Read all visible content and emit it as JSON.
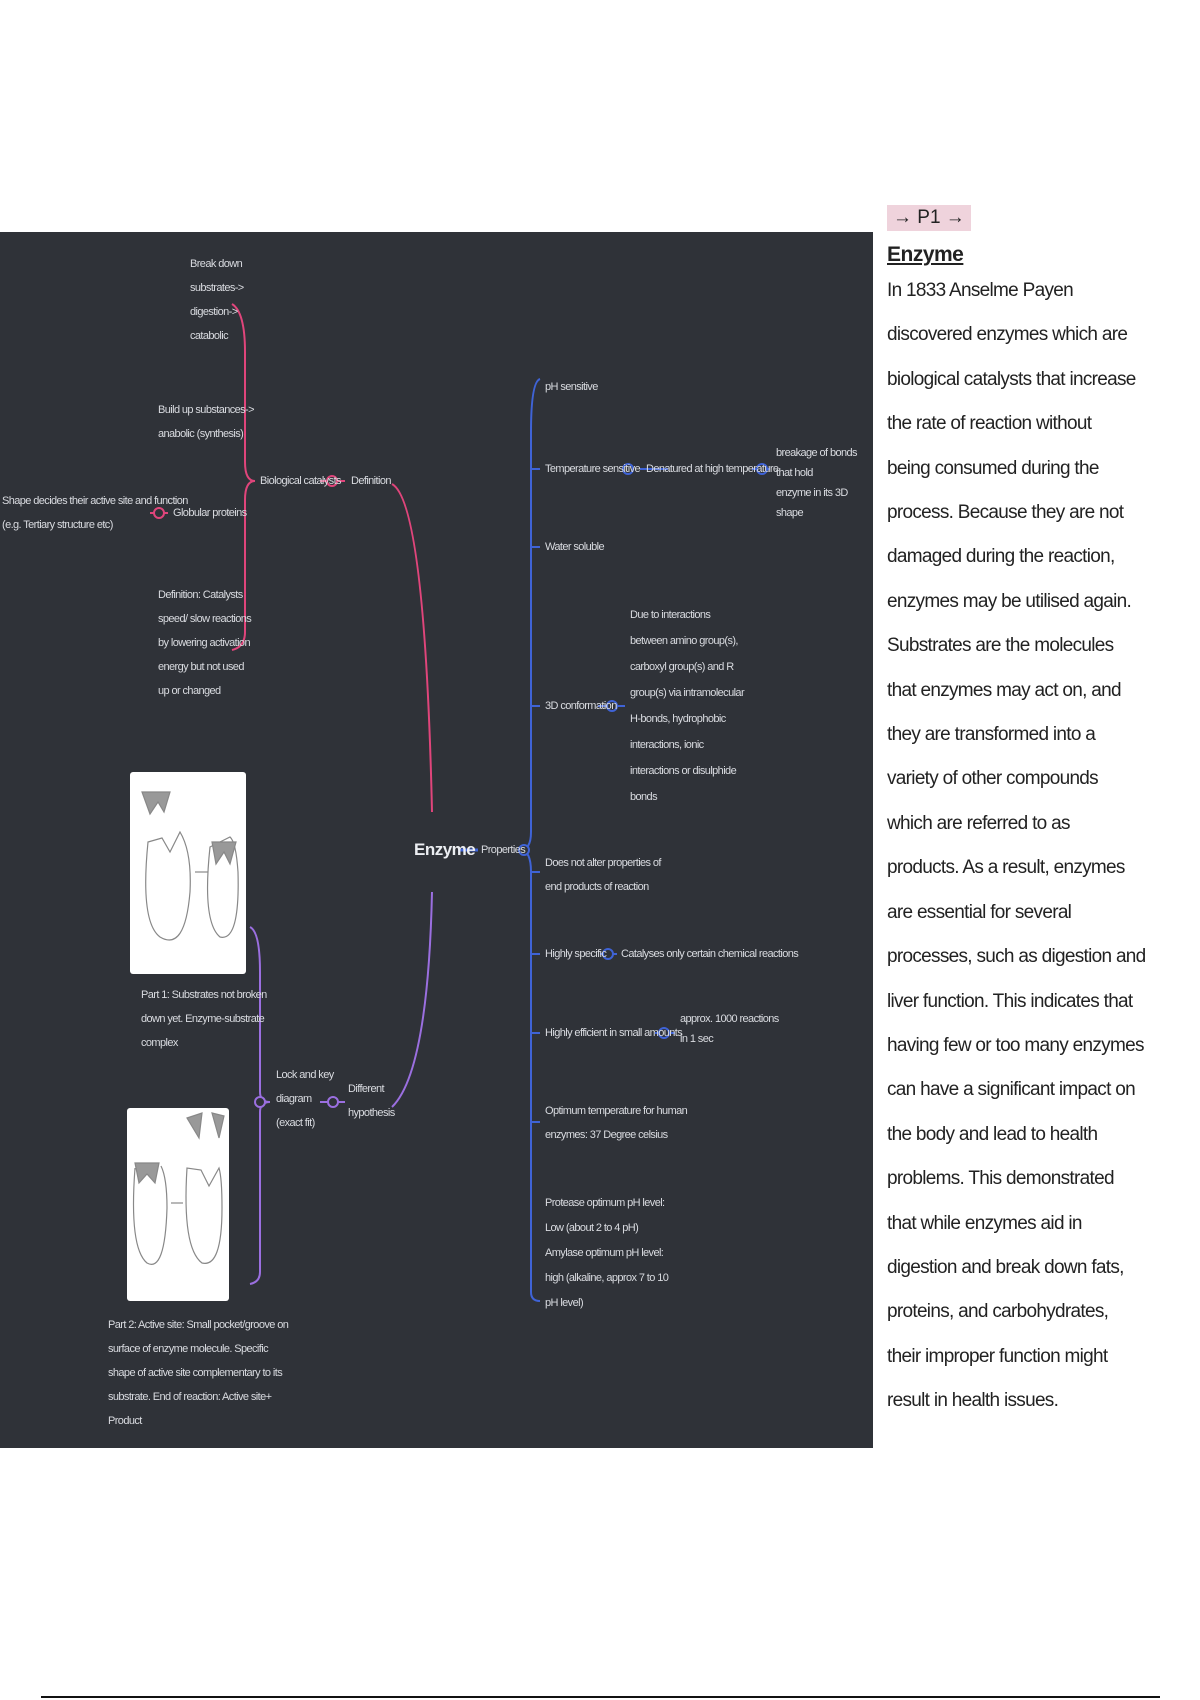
{
  "mindmap": {
    "root": "Enzyme",
    "definition_branch": {
      "label": "Definition",
      "biological_catalysts": "Biological catalysts",
      "catabolic": "Break down\nsubstrates->\ndigestion->\ncatabolic",
      "anabolic": "Build up substances->\nanabolic (synthesis)",
      "globular_proteins": "Globular proteins",
      "shape": "Shape decides their active site and function\n(e.g. Tertiary structure etc)",
      "catalyst_definition": "Definition: Catalysts\nspeed/ slow reactions\nby lowering activation\nenergy but not used\nup or changed"
    },
    "properties_branch": {
      "label": "Properties",
      "items": [
        "pH sensitive",
        "Temperature sensitive",
        "Water soluble",
        "3D conformation",
        "Does not alter properties of\nend products of reaction",
        "Highly specific",
        "Highly efficient in small amounts",
        "Optimum temperature for human\nenzymes: 37 Degree celsius",
        "Protease optimum pH level:\nLow (about 2 to 4 pH)\nAmylase optimum pH level:\nhigh (alkaline, approx 7 to 10\npH level)"
      ],
      "denatured": "Denatured at high temperature",
      "breakage": "breakage of bonds that hold\nenzyme in its 3D shape",
      "interactions": "Due to interactions\nbetween amino group(s),\ncarboxyl group(s) and R\ngroup(s) via intramolecular\nH-bonds, hydrophobic\ninteractions, ionic\ninteractions or disulphide\nbonds",
      "specific_detail": "Catalyses only certain chemical reactions",
      "efficient_detail": "approx. 1000 reactions\nin 1 sec"
    },
    "hypothesis_branch": {
      "label": "Different\nhypothesis",
      "lock_key": "Lock and key\ndiagram\n(exact fit)",
      "part1": "Part 1: Substrates not broken\ndown yet. Enzyme-substrate\ncomplex",
      "part2": "Part 2: Active site: Small pocket/groove on\nsurface of enzyme molecule. Specific\nshape of active site complementary to its\nsubstrate. End of reaction: Active site+\nProduct"
    },
    "colors": {
      "background": "#2f3238",
      "definition": "#e0457b",
      "properties": "#3f63d6",
      "hypothesis": "#9b6fe0"
    }
  },
  "notes": {
    "tag": "→ P1 →",
    "title": "Enzyme",
    "body": "In 1833 Anselme Payen\ndiscovered enzymes which are\nbiological catalysts that increase\nthe rate of reaction without\nbeing consumed during the\nprocess. Because they are not\ndamaged during the reaction,\nenzymes may be utilised again.\nSubstrates are the molecules\nthat enzymes may act on, and\nthey are transformed into a\nvariety of other compounds\nwhich are referred to as\nproducts. As a result, enzymes\nare essential for several\nprocesses, such as digestion and\nliver function. This indicates that\nhaving few or too many enzymes\ncan have a significant impact on\nthe body and lead to health\nproblems. This demonstrated\nthat while enzymes aid in\ndigestion and break down fats,\nproteins, and carbohydrates,\ntheir improper function might\nresult in health issues."
  }
}
